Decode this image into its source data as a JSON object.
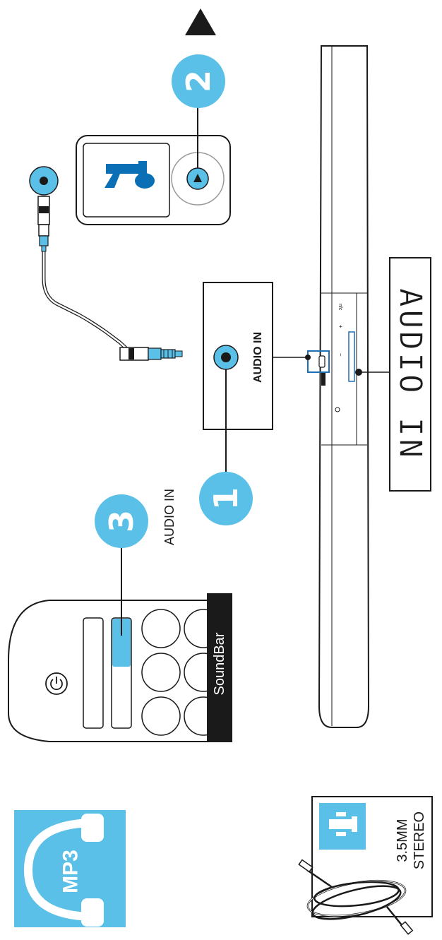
{
  "colors": {
    "accent": "#5bc0e8",
    "accent_dark": "#0a6fb5",
    "ink": "#1a1a1a",
    "paper": "#ffffff",
    "label_bg": "#1a1a1a"
  },
  "steps": [
    {
      "number": "1",
      "target": "audio-in-port"
    },
    {
      "number": "2",
      "target": "mp3-play-button"
    },
    {
      "number": "3",
      "target": "remote-audio-in-button"
    }
  ],
  "play_symbol": "▲",
  "audio_in_panel": {
    "label": "AUDIO IN"
  },
  "remote": {
    "brand": "SoundBar",
    "step_label": "AUDIO IN"
  },
  "display": {
    "text": "AUDIO IN"
  },
  "soundbar": {
    "button_labels": [
      "+",
      "−",
      "nfc"
    ]
  },
  "cable_box": {
    "caption_line1": "3.5MM",
    "caption_line2": "STEREO"
  },
  "mp3_icon": {
    "label": "MP3"
  },
  "icons": [
    "triangle-up-icon",
    "headphones-icon",
    "audio-cable-icon",
    "power-icon",
    "music-note-icon"
  ]
}
